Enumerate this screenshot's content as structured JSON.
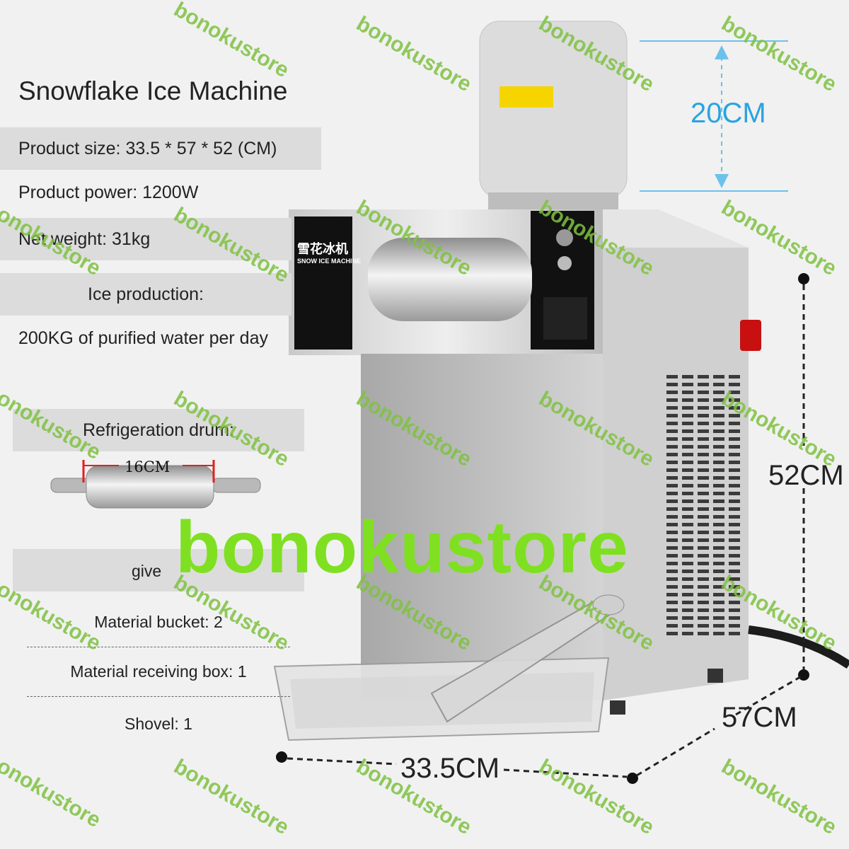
{
  "title": "Snowflake Ice Machine",
  "specs": {
    "size": "Product size: 33.5 * 57 * 52 (CM)",
    "power": "Product power: 1200W",
    "weight": "Net weight: 31kg",
    "ice_label": "Ice production:",
    "ice_value": "200KG of purified water per day"
  },
  "drum": {
    "label": "Refrigeration drum:",
    "width": "16CM"
  },
  "give": {
    "label": "give",
    "items": [
      "Material bucket: 2",
      "Material receiving box: 1",
      "Shovel: 1"
    ]
  },
  "dimensions": {
    "bucket_height": "20CM",
    "height": "52CM",
    "depth": "57CM",
    "width": "33.5CM"
  },
  "machine_panel": {
    "chinese": "雪花冰机",
    "english": "SNOW ICE MACHINE"
  },
  "watermark": "bonokustore",
  "colors": {
    "accent_blue": "#2aa3e0",
    "watermark_green": "#7fc241",
    "big_watermark": "#7fe021"
  }
}
